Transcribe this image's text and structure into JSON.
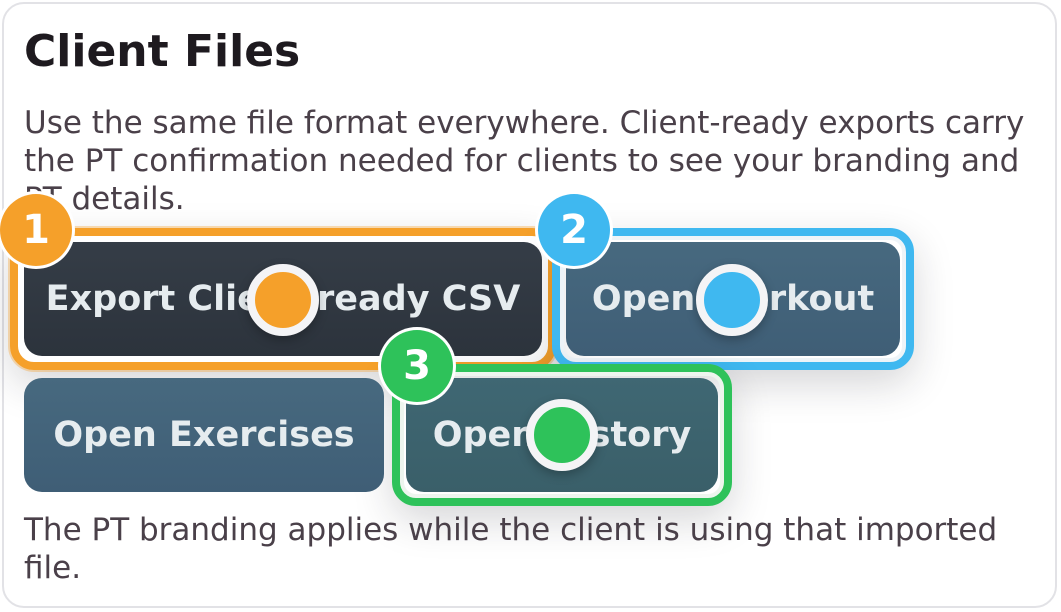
{
  "panel": {
    "title": "Client Files",
    "description": "Use the same file format everywhere. Client-ready exports carry the PT confirmation needed for clients to see your branding and PT details.",
    "footer": "The PT branding applies while the client is using that imported file."
  },
  "buttons": {
    "export_csv": "Export Client-ready CSV",
    "open_workout": "Open Workout",
    "open_exercises": "Open Exercises",
    "open_history": "Open History"
  },
  "highlights": [
    {
      "number": "1",
      "color": "#f5a02a"
    },
    {
      "number": "2",
      "color": "#3fb8f0"
    },
    {
      "number": "3",
      "color": "#2ec25a"
    }
  ]
}
